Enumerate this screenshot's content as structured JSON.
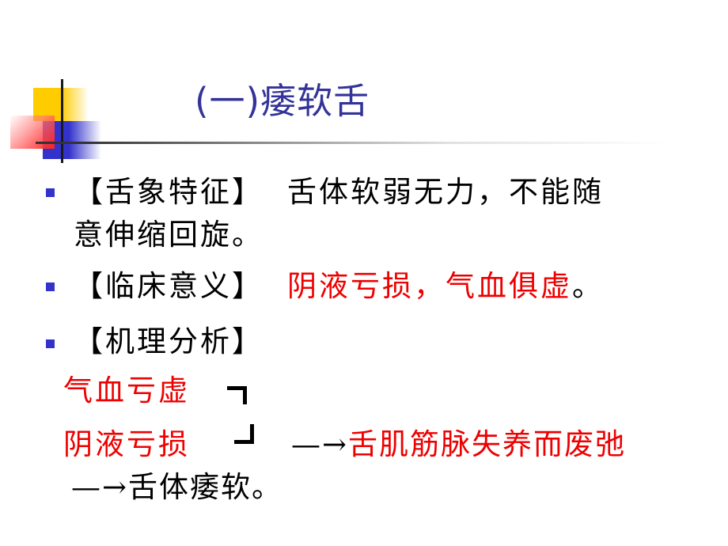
{
  "slide": {
    "title": "(一)痿软舌",
    "colors": {
      "title": "#333399",
      "bullet": "#3333cc",
      "body_text": "#000000",
      "highlight": "#ee0000",
      "deco_yellow": "#ffcc00",
      "deco_blue": "#3333cc",
      "deco_red": "#ff2020"
    },
    "bullets": [
      {
        "label": "【舌象特征】",
        "text_line1": "舌体软弱无力，不能随",
        "text_line2": "意伸缩回旋。"
      },
      {
        "label": "【临床意义】",
        "text_red": "阴液亏损，气血俱虚",
        "text_end": "。"
      },
      {
        "label": "【机理分析】"
      }
    ],
    "mechanism": {
      "cause1": "气血亏虚",
      "cause2": "阴液亏损",
      "bracket_top_icon": "corner-bracket-top-right",
      "bracket_bottom_icon": "corner-bracket-bottom-right",
      "arrow1": "—→",
      "result1": "舌肌筋脉失养而废弛",
      "arrow2": "—→",
      "result2": "舌体痿软。"
    }
  }
}
